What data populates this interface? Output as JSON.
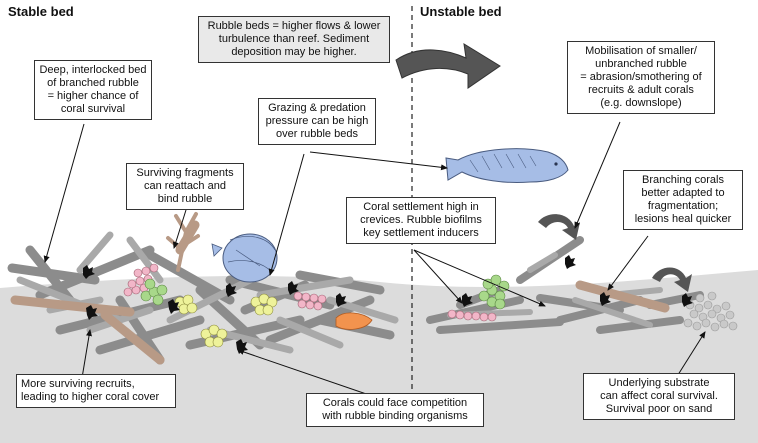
{
  "headings": {
    "stable": "Stable bed",
    "unstable": "Unstable bed"
  },
  "colors": {
    "seabed": "#dcdcdc",
    "rubble": "#9a9a9a",
    "rubble_dark": "#7d7d7d",
    "dead_coral": "#b89a86",
    "pink_coral": "#f2b6c8",
    "green_coral": "#a8d88a",
    "yellow_coral": "#eef29a",
    "fish": "#a6bde6",
    "arrow": "#555555",
    "recruit": "#111111",
    "sand_pebble": "#c9c9c9"
  },
  "callouts": {
    "flows": [
      "Rubble beds = higher flows & lower",
      "turbulence than reef. Sediment",
      "deposition may be higher."
    ],
    "deep_bed": [
      "Deep, interlocked bed",
      "of branched rubble",
      "= higher chance of",
      "coral survival"
    ],
    "mobilisation": [
      "Mobilisation of smaller/",
      "unbranched rubble",
      "= abrasion/smothering of",
      "recruits & adult corals",
      "(e.g. downslope)"
    ],
    "grazing": [
      "Grazing & predation",
      "pressure can be high",
      "over rubble beds"
    ],
    "surviving_fragments": [
      "Surviving fragments",
      "can reattach and",
      "bind rubble"
    ],
    "settlement": [
      "Coral settlement high in",
      "crevices. Rubble biofilms",
      "key settlement inducers"
    ],
    "branching": [
      "Branching corals",
      "better adapted to",
      "fragmentation;",
      "lesions heal quicker"
    ],
    "recruits": [
      "More surviving recruits,",
      "leading to higher coral cover"
    ],
    "competition": [
      "Corals could face competition",
      "with rubble binding organisms"
    ],
    "substrate": [
      "Underlying substrate",
      "can affect coral survival.",
      "Survival poor on sand"
    ]
  }
}
